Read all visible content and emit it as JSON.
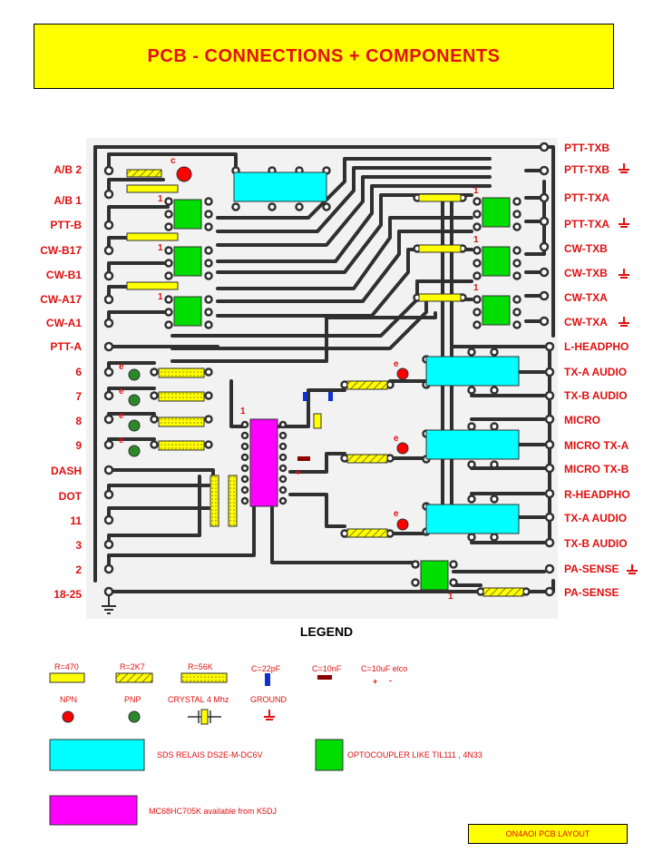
{
  "title": "PCB  -  CONNECTIONS + COMPONENTS",
  "left_labels": [
    "A/B 2",
    "A/B 1",
    "PTT-B",
    "CW-B17",
    "CW-B1",
    "CW-A17",
    "CW-A1",
    "PTT-A",
    "6",
    "7",
    "8",
    "9",
    "DASH",
    "DOT",
    "11",
    "3",
    "2",
    "18-25"
  ],
  "right_labels": [
    "PTT-TXB",
    "PTT-TXB",
    "PTT-TXA",
    "PTT-TXA",
    "CW-TXB",
    "CW-TXB",
    "CW-TXA",
    "CW-TXA",
    "L-HEADPHO",
    "TX-A AUDIO",
    "TX-B AUDIO",
    "MICRO",
    "MICRO TX-A",
    "MICRO TX-B",
    "R-HEADPHO",
    "TX-A AUDIO",
    "TX-B AUDIO",
    "PA-SENSE",
    "PA-SENSE"
  ],
  "board_marks": {
    "one": "1",
    "c": "c",
    "e": "e",
    "plus": "+"
  },
  "legend": {
    "title": "LEGEND",
    "r470": "R=470",
    "r2k7": "R=2K7",
    "r56k": "R=56K",
    "c22pf": "C=22pF",
    "c10nf": "C=10nF",
    "c10uf": "C=10uF elco",
    "plus": "+",
    "minus": "-",
    "npn": "NPN",
    "pnp": "PNP",
    "crystal": "CRYSTAL 4 Mhz",
    "ground": "GROUND",
    "relay": "SDS RELAIS DS2E-M-DC6V",
    "opto": "OPTOCOUPLER LIKE TIL111 , 4N33",
    "mcu": "MC68HC705K available from K5DJ"
  },
  "footer": "ON4AOI PCB LAYOUT",
  "colors": {
    "red": "#e01010",
    "yellow": "#ffff00",
    "cyan": "#00ffff",
    "green": "#00dd00",
    "magenta": "#ff00ff",
    "trace": "#303030",
    "board": "#f2f2f2"
  }
}
